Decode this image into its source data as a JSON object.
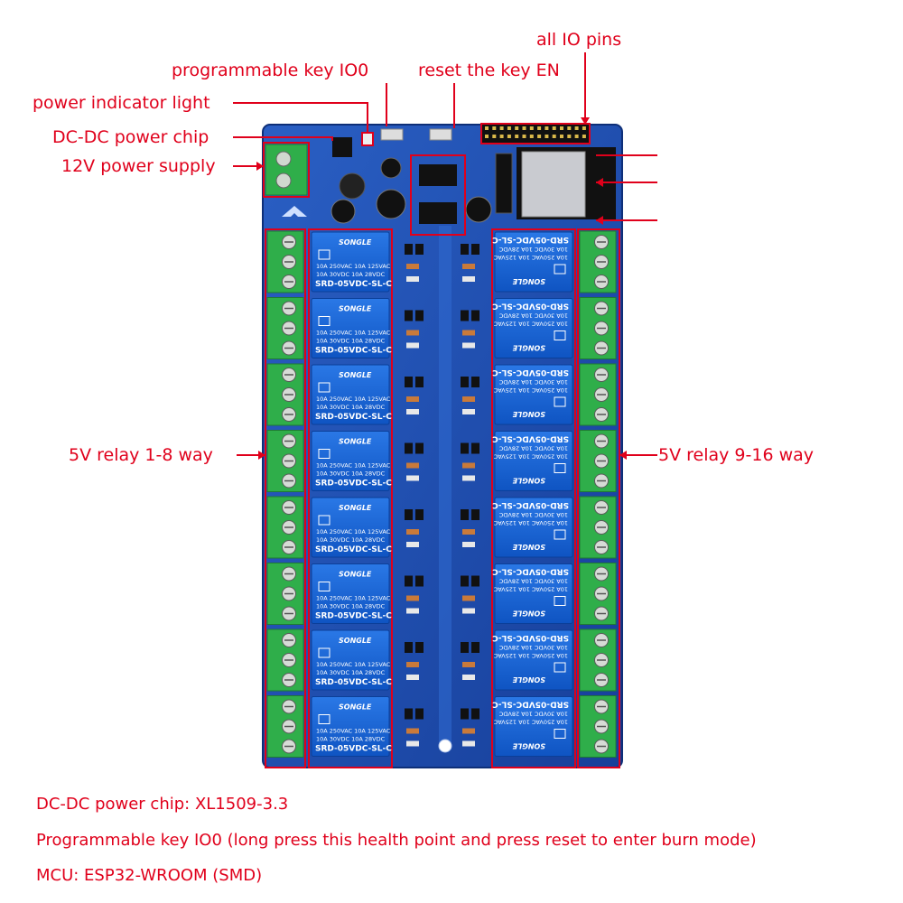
{
  "callouts": {
    "all_io_pins": "all IO pins",
    "programmable_key": "programmable key IO0",
    "reset_key": "reset the key EN",
    "power_indicator": "power indicator light",
    "dcdc_chip": "DC-DC power chip",
    "power_supply": "12V power supply",
    "relay_left": "5V relay 1-8 way",
    "relay_right": "5V relay 9-16 way"
  },
  "notes": [
    "DC-DC power chip: XL1509-3.3",
    "Programmable key IO0 (long press this health point and press reset to enter burn mode)",
    "MCU: ESP32-WROOM (SMD)"
  ],
  "relay": {
    "brand": "SONGLE",
    "rating_line1": "10A 250VAC  10A 125VAC",
    "rating_line2": "10A  30VDC  10A  28VDC",
    "model": "SRD-05VDC-SL-C",
    "count_per_side": 8
  },
  "colors": {
    "annotation": "#e0001b",
    "pcb": "#1d4fb3",
    "relay": "#1565d8",
    "terminal": "#2fae4a"
  }
}
